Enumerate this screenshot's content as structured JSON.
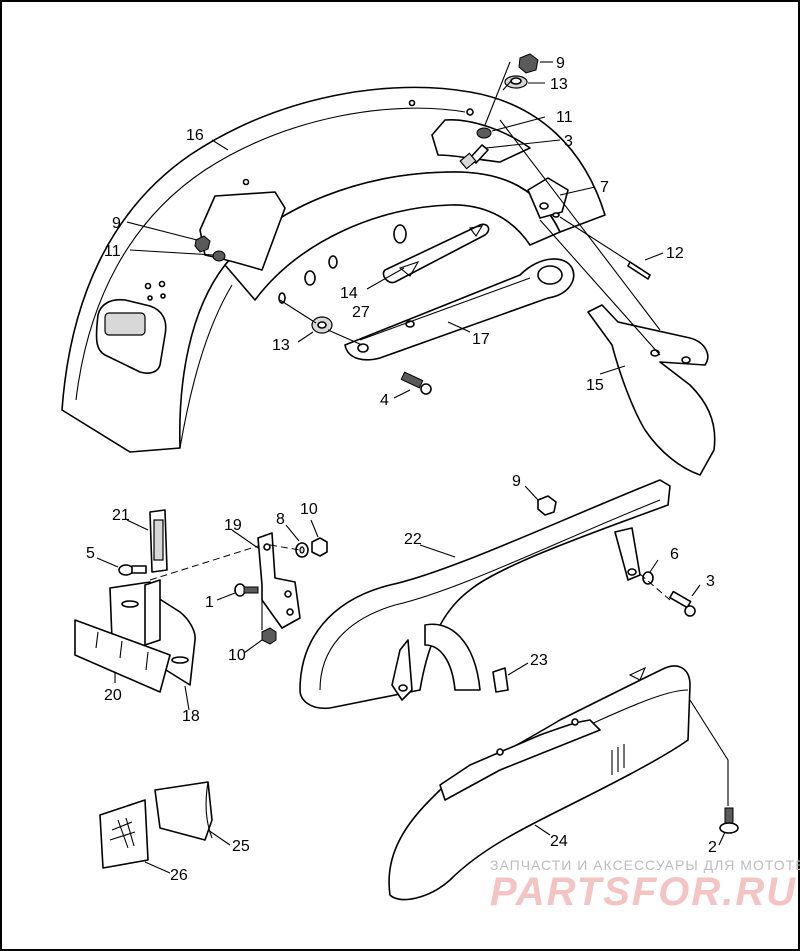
{
  "callouts": {
    "c9a": "9",
    "c13a": "13",
    "c11a": "11",
    "c3a": "3",
    "c16": "16",
    "c7": "7",
    "c9b": "9",
    "c11b": "11",
    "c12": "12",
    "c14": "14",
    "c27": "27",
    "c17": "17",
    "c13b": "13",
    "c15": "15",
    "c4": "4",
    "c9c": "9",
    "c21": "21",
    "c19": "19",
    "c8": "8",
    "c10a": "10",
    "c22": "22",
    "c5": "5",
    "c6": "6",
    "c1": "1",
    "c3b": "3",
    "c10b": "10",
    "c23": "23",
    "c20": "20",
    "c18": "18",
    "c2": "2",
    "c24": "24",
    "c25": "25",
    "c26": "26"
  },
  "watermark": {
    "caption": "ЗАПЧАСТИ И АКСЕССУАРЫ ДЛЯ МОТОТЕХНИКИ",
    "brand": "PARTSFOR.RU"
  }
}
